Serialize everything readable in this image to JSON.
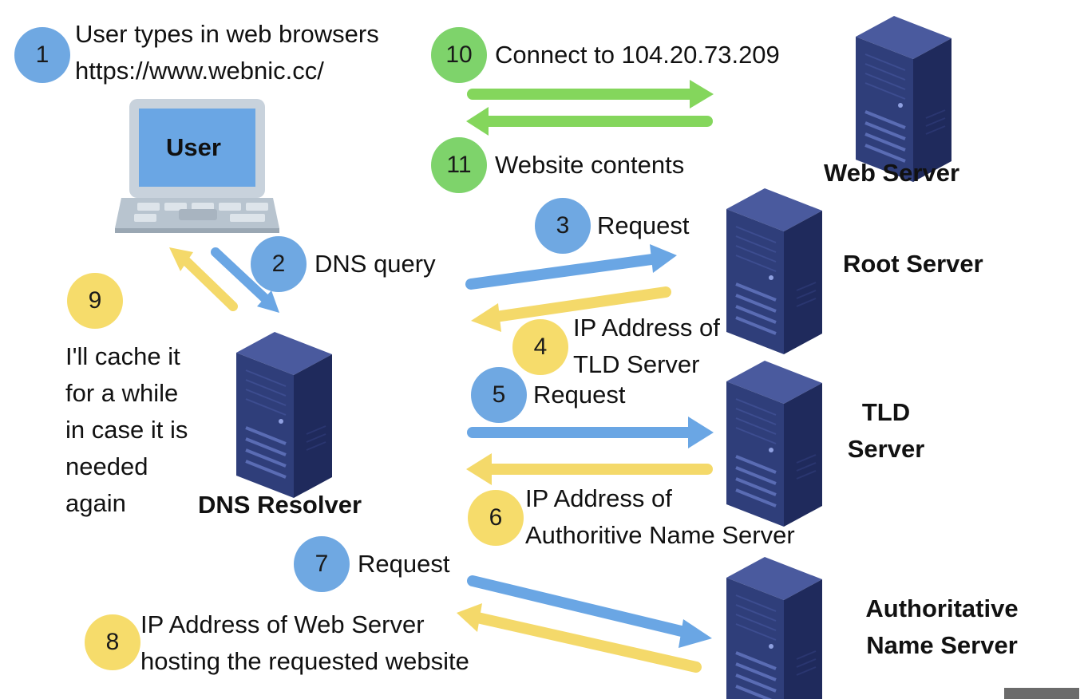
{
  "colors": {
    "blue": "#6fa8e2",
    "green": "#7ed36b",
    "yellow": "#f6dc6b",
    "arrow_blue": "#6aa6e4",
    "arrow_green": "#84d65c",
    "arrow_yellow": "#f4d96a",
    "server": "#2f3e7a",
    "laptop": "#c8d2dc"
  },
  "steps": {
    "s1": {
      "num": "1",
      "text": "User types in web browsers\nhttps://www.webnic.cc/"
    },
    "s2": {
      "num": "2",
      "text": "DNS query"
    },
    "s3": {
      "num": "3",
      "text": "Request"
    },
    "s4": {
      "num": "4",
      "text": "IP Address of\nTLD Server"
    },
    "s5": {
      "num": "5",
      "text": "Request"
    },
    "s6": {
      "num": "6",
      "text": "IP Address of\nAuthoritive Name Server"
    },
    "s7": {
      "num": "7",
      "text": "Request"
    },
    "s8": {
      "num": "8",
      "text": "IP Address of Web Server\nhosting the requested website"
    },
    "s9": {
      "num": "9",
      "text": "I'll cache it\nfor a while\nin case it is\nneeded\nagain"
    },
    "s10": {
      "num": "10",
      "text": "Connect to 104.20.73.209"
    },
    "s11": {
      "num": "11",
      "text": "Website contents"
    }
  },
  "nodes": {
    "user": "User",
    "web_server": "Web Server",
    "root_server": "Root Server",
    "tld_server": "TLD\nServer",
    "dns_resolver": "DNS Resolver",
    "auth_server": "Authoritative\nName Server"
  }
}
